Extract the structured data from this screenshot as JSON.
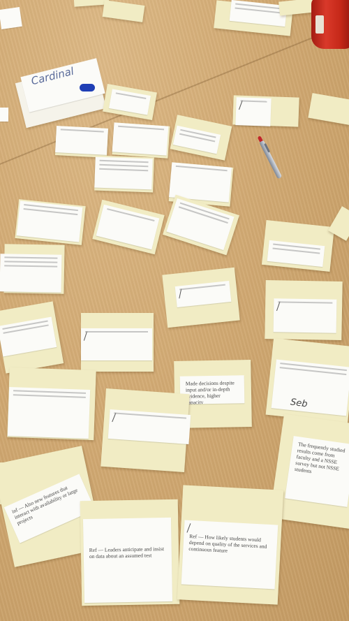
{
  "image": {
    "subject": "Card-sorting exercise: paper cards with printed statements stacked on pale yellow sticky notes, spread over a light wooden table",
    "colors": {
      "table": "#d2aa73",
      "sticky_note": "#f1ecc4",
      "card": "#fbfbf8",
      "can": "#c52818",
      "clip": "#1f3fb5"
    }
  },
  "handwriting": {
    "top_left_card": "Cardinal",
    "right_corner": "Seb"
  },
  "cards": {
    "mid_right_statement": "Made decisions despite input and/or in-depth evidence, higher capacity",
    "lower_left_statement": "inf — Also new features that interact with availability or large projects",
    "bottom_center_statement": "Ref — Leaders anticipate and insist on data about an assumed test",
    "bottom_right_statement": "Ref — How likely students would depend on quality of the services and continuous feature",
    "right_edge_statement": "The frequently studied results come from faculty and a NSSE survey but not NSSE students"
  },
  "icons": {
    "soda_can": "soda-can-icon",
    "pen": "pen-icon",
    "clip": "binder-clip-icon"
  }
}
